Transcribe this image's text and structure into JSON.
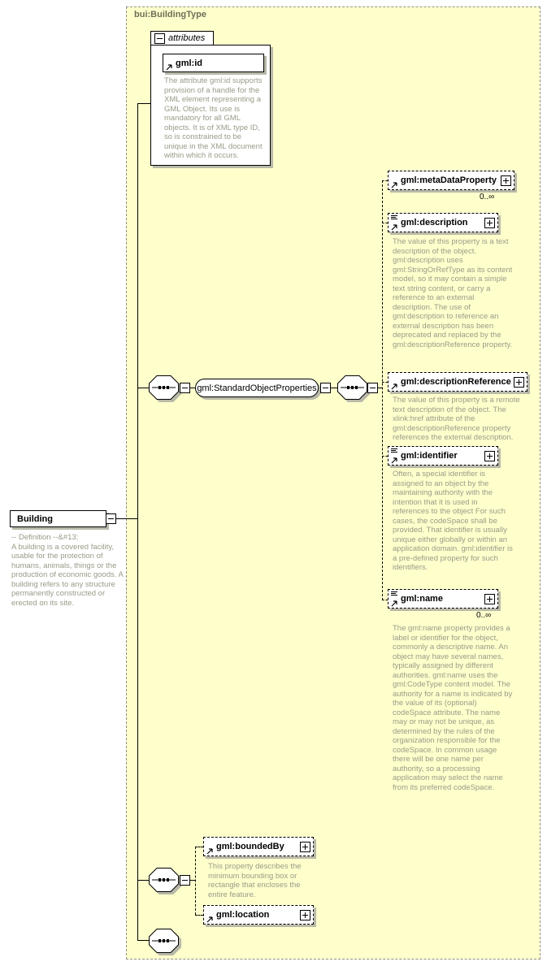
{
  "complex_type": {
    "name": "bui:BuildingType",
    "attributes_label": "attributes",
    "attribute": {
      "name": "gml:id",
      "annotation": "The attribute gml:id supports provision of a handle for the XML element representing a GML Object. Its use is mandatory for all GML objects. It is of XML type ID, so is constrained to be unique in the XML document within which it occurs."
    }
  },
  "root_element": {
    "name": "Building",
    "annotation": "-- Definition --&#13;\nA building is a covered facility, usable for the protection of humans, animals, things or the production of economic goods. A building refers to any structure permanently constructed or erected on its site."
  },
  "group": {
    "name": "gml:StandardObjectProperties"
  },
  "std_props": [
    {
      "name": "gml:metaDataProperty",
      "occurs": "0..∞",
      "annotation": ""
    },
    {
      "name": "gml:description",
      "annotation": "The value of this property is a text description of the object. gml:description uses gml:StringOrRefType as its content model, so it may contain a simple text string content, or carry a reference to an external description. The use of gml:description to reference an external description has been deprecated and replaced by the gml:descriptionReference property."
    },
    {
      "name": "gml:descriptionReference",
      "annotation": "The value of this property is a remote text description of the object. The xlink:href attribute of the gml:descriptionReference property references the external description."
    },
    {
      "name": "gml:identifier",
      "annotation": "Often, a special identifier is assigned to an object by the maintaining authority with the intention that it is used in references to the object For such cases, the codeSpace shall be provided. That identifier is usually unique either globally or within an application domain. gml:identifier is a pre-defined property for such identifiers."
    },
    {
      "name": "gml:name",
      "occurs": "0..∞",
      "annotation": "The gml:name property provides a label or identifier for the object, commonly a descriptive name. An object may have several names, typically assigned by different authorities. gml:name uses the gml:CodeType content model.  The authority for a name is indicated by the value of its (optional) codeSpace attribute.  The name may or may not be unique, as determined by the rules of the organization responsible for the codeSpace.  In common usage there will be one name per authority, so a processing application may select the name from its preferred codeSpace."
    }
  ],
  "feature_props": [
    {
      "name": "gml:boundedBy",
      "annotation": "This property describes the minimum bounding box or rectangle that encloses the entire feature."
    },
    {
      "name": "gml:location",
      "annotation": ""
    }
  ],
  "icons": {
    "sequence": "sequence-compositor",
    "collapse": "−",
    "expand": "+",
    "reference_arrow": "↗",
    "doc_lines": "annotation-marker"
  },
  "colors": {
    "container_bg": "#ffffcc",
    "container_border": "#8f8f8f",
    "title_text": "#6e6e58",
    "annotation_text": "#9a9a88",
    "box_shadow": "#b9b9a9"
  }
}
